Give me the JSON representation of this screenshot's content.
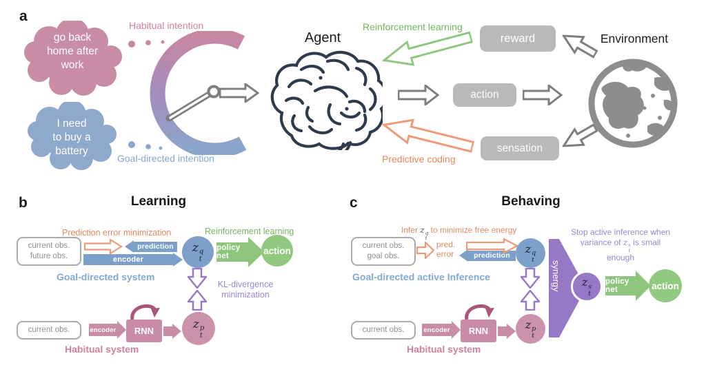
{
  "colors": {
    "pink": "#c88da5",
    "pink_dark": "#a9547a",
    "pink_text": "#d2809f",
    "blue": "#7da0ca",
    "blue_text": "#83a7d3",
    "green": "#8cc57b",
    "green_text": "#74b65c",
    "orange": "#ef9a76",
    "orange_text": "#e8875f",
    "purple": "#9678c6",
    "purple_text": "#9b86d2",
    "gray_box": "#b9b9b9",
    "gray_arrow": "#7e7e7e",
    "brain": "#2e3b4d",
    "globe": "#8d8d8d"
  },
  "panel_a": {
    "label": "a",
    "habitual_cloud_lines": [
      "go back",
      "home after",
      "work"
    ],
    "goal_cloud_lines": [
      "I need",
      "to buy a",
      "battery"
    ],
    "habitual_intention_label": "Habitual intention",
    "goal_intention_label": "Goal-directed intention",
    "agent_label": "Agent",
    "environment_label": "Environment",
    "reinforcement_learning_label": "Reinforcement learning",
    "predictive_coding_label": "Predictive coding",
    "reward_box": "reward",
    "action_box": "action",
    "sensation_box": "sensation"
  },
  "panel_b": {
    "label": "b",
    "title": "Learning",
    "prediction_error_label": "Prediction error minimization",
    "obs_box_line1": "current obs.",
    "obs_box_line2": "future obs.",
    "prediction_arrow": "prediction",
    "encoder_arrow": "encoder",
    "goal_system_label": "Goal-directed system",
    "reinforcement_learning_label": "Reinforcement learning",
    "policy_net_arrow": "policy net",
    "action_circle": "action",
    "kl_line1": "KL-divergence",
    "kl_line2": "minimization",
    "zq": {
      "base": "z",
      "sub": "t",
      "sup": "q"
    },
    "zp": {
      "base": "z",
      "sub": "t",
      "sup": "p"
    },
    "habitual_obs_box": "current obs.",
    "habitual_encoder_arrow": "encoder",
    "rnn_box": "RNN",
    "habitual_system_label": "Habitual system"
  },
  "panel_c": {
    "label": "c",
    "title": "Behaving",
    "infer_prefix": "Infer ",
    "infer_suffix": " to minimize free energy",
    "obs_box_line1": "current obs.",
    "obs_box_line2": "goal obs.",
    "pred_error_line1": "pred.",
    "pred_error_line2": "error",
    "prediction_arrow": "prediction",
    "goal_inference_label": "Goal-directed active Inference",
    "stop_line1": "Stop active inference when",
    "stop_line2_prefix": "variance of ",
    "stop_line2_suffix": " is small",
    "stop_line3": "enough",
    "synergy_label": "synergy",
    "zq": {
      "base": "z",
      "sub": "t",
      "sup": "q"
    },
    "zp": {
      "base": "z",
      "sub": "t",
      "sup": "p"
    },
    "zs": {
      "base": "z",
      "sub": "t",
      "sup": "s"
    },
    "policy_net_arrow": "policy net",
    "action_circle": "action",
    "habitual_obs_box": "current obs.",
    "habitual_encoder_arrow": "encoder",
    "rnn_box": "RNN",
    "habitual_system_label": "Habitual system"
  }
}
